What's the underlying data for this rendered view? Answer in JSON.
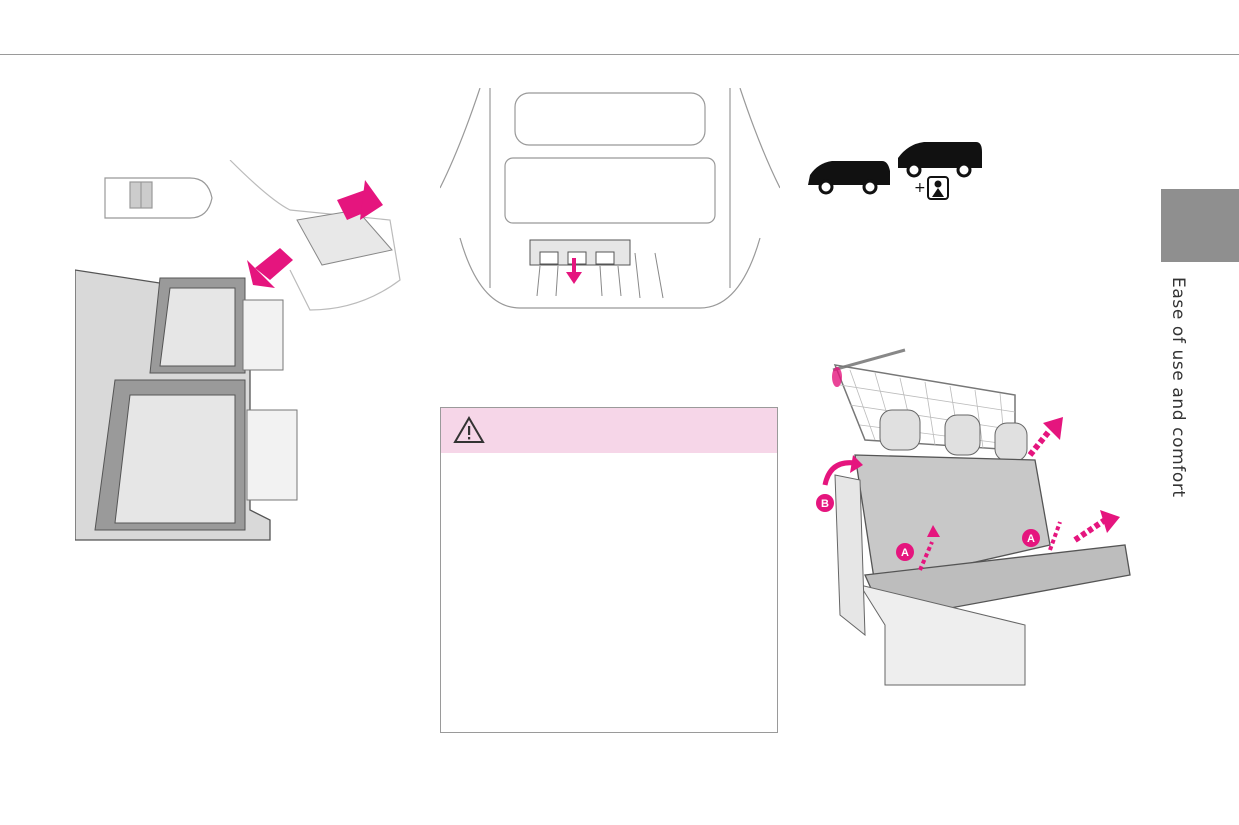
{
  "page": {
    "section_title": "Ease of use and comfort"
  },
  "warning": {
    "icon": "warning-triangle-icon",
    "header_color": "#f6d6e8"
  },
  "callouts": {
    "a": "A",
    "b": "B"
  },
  "colors": {
    "accent": "#e5157e",
    "tab": "#8f8f8f",
    "rule": "#9a9a9a"
  }
}
